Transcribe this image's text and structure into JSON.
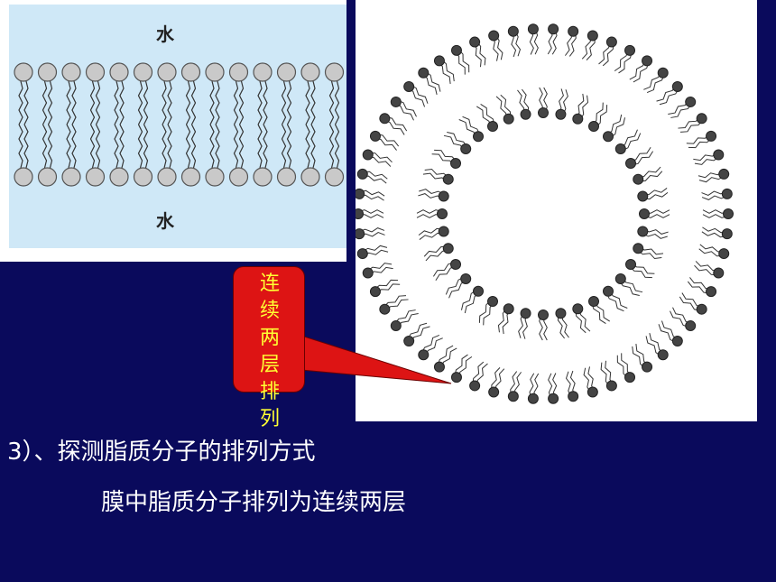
{
  "diagram": {
    "bilayer": {
      "top_label": "水",
      "bottom_label": "水"
    },
    "callout": {
      "text": "连续两层排列"
    }
  },
  "slide": {
    "heading": "3）、探测脂质分子的排列方式",
    "body": "膜中脂质分子排列为连续两层"
  },
  "colors": {
    "background": "#0a0a5c",
    "water": "#cfe8f7",
    "callout_fill": "#dd1414",
    "callout_text": "#ffff33",
    "text": "#ffffff"
  }
}
